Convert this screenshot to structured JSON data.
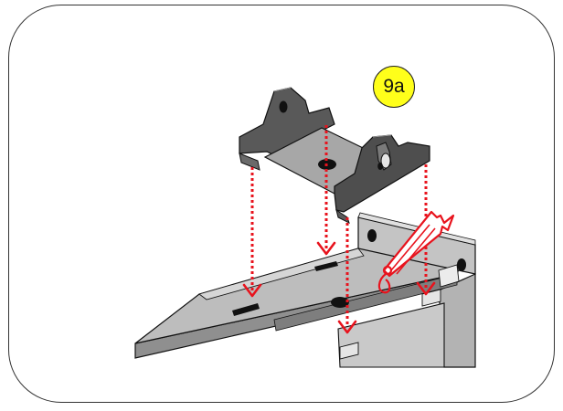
{
  "step": {
    "label": "9a",
    "badge_color": "#ffff1a"
  },
  "colors": {
    "arrow": "#e8131d",
    "part_dark": "#555555",
    "part_light": "#a9a9a9",
    "tray_top": "#bdbdbd",
    "outline": "#111111"
  },
  "icons": [
    "bracket-part",
    "tray-rail",
    "placement-arrow",
    "snap-click-indicator",
    "fastener-icon"
  ]
}
